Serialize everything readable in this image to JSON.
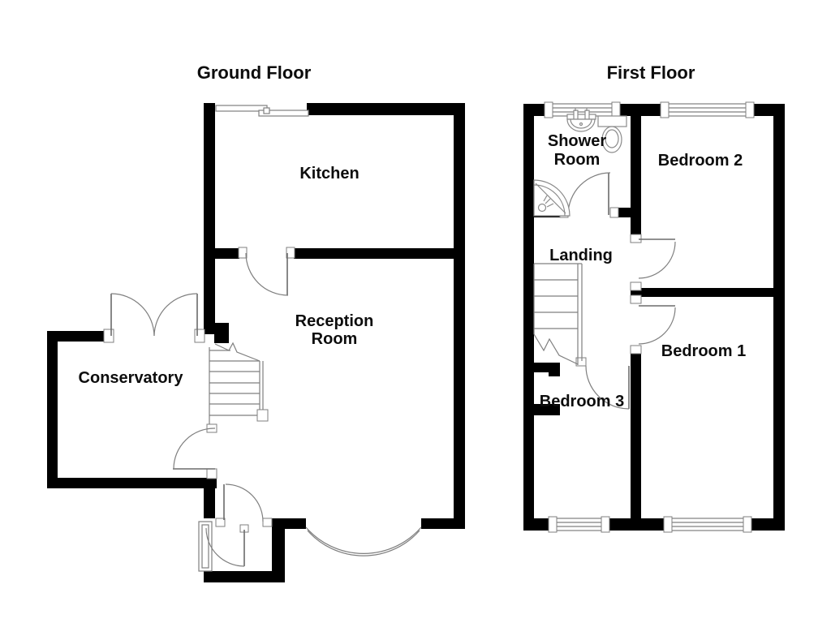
{
  "colors": {
    "background": "#ffffff",
    "wall": "#000000",
    "thin_line": "#7f7f7f",
    "text": "#0d0d0d"
  },
  "floors": [
    {
      "title": "Ground Floor",
      "rooms": [
        {
          "id": "kitchen",
          "label": "Kitchen"
        },
        {
          "id": "reception-room",
          "label": "Reception Room",
          "line1": "Reception",
          "line2": "Room"
        },
        {
          "id": "conservatory",
          "label": "Conservatory"
        }
      ]
    },
    {
      "title": "First Floor",
      "rooms": [
        {
          "id": "shower-room",
          "label": "Shower Room",
          "line1": "Shower",
          "line2": "Room"
        },
        {
          "id": "bedroom-2",
          "label": "Bedroom 2"
        },
        {
          "id": "landing",
          "label": "Landing"
        },
        {
          "id": "bedroom-1",
          "label": "Bedroom 1"
        },
        {
          "id": "bedroom-3",
          "label": "Bedroom 3"
        }
      ]
    }
  ],
  "icons": [
    {
      "name": "staircase-ground"
    },
    {
      "name": "staircase-first"
    },
    {
      "name": "bay-window"
    },
    {
      "name": "sliding-patio-door"
    },
    {
      "name": "french-doors"
    },
    {
      "name": "sink"
    },
    {
      "name": "toilet"
    },
    {
      "name": "corner-shower"
    }
  ]
}
